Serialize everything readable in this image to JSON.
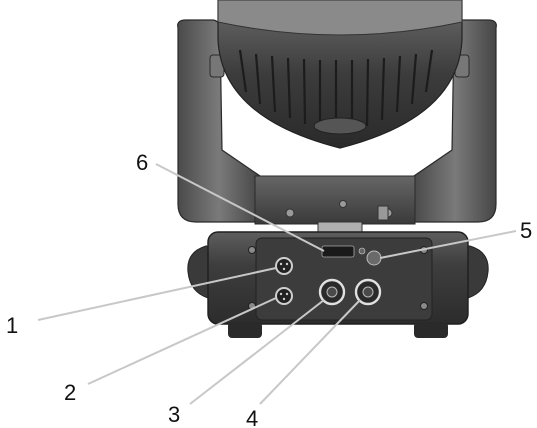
{
  "figure": {
    "kind": "moving-head-fixture-rear-panel",
    "colors": {
      "leader_line": "#c8c8c8",
      "label_text": "#111111",
      "body_dark": "#3a3a3a",
      "body_mid": "#5a5a5a",
      "body_light": "#8a8a8a"
    }
  },
  "callouts": [
    {
      "id": "1",
      "label": "1",
      "part": "xlr-input-connector"
    },
    {
      "id": "2",
      "label": "2",
      "part": "xlr-output-connector"
    },
    {
      "id": "3",
      "label": "3",
      "part": "power-input-connector"
    },
    {
      "id": "4",
      "label": "4",
      "part": "power-output-connector"
    },
    {
      "id": "5",
      "label": "5",
      "part": "fuse-holder"
    },
    {
      "id": "6",
      "label": "6",
      "part": "display-and-control-buttons"
    }
  ]
}
